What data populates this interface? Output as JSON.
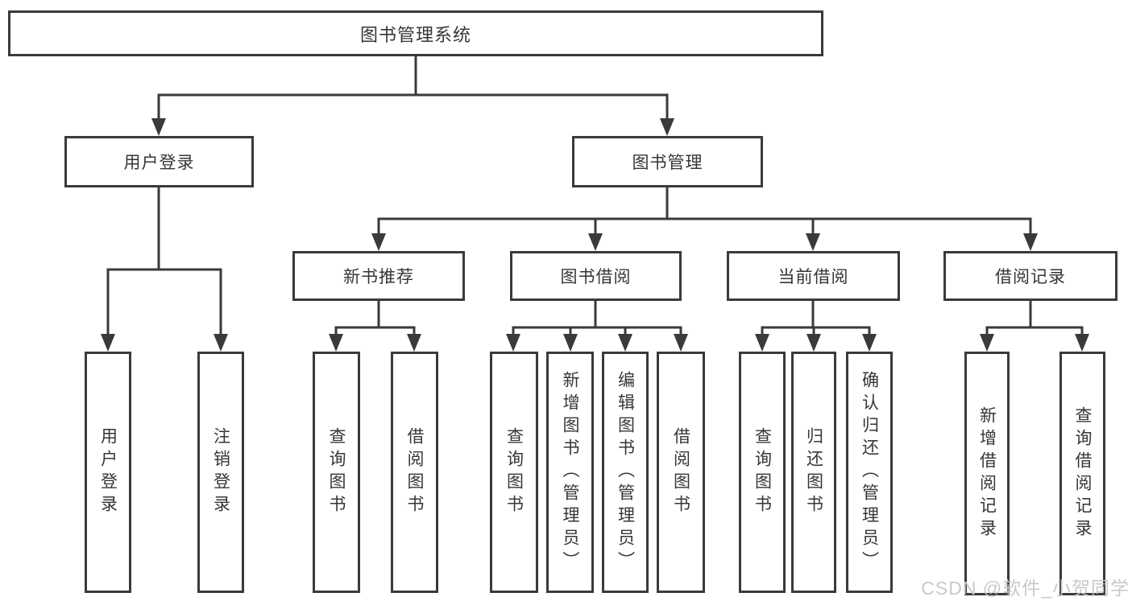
{
  "diagram": {
    "root": {
      "label": "图书管理系统"
    },
    "branches": {
      "user_login": {
        "label": "用户登录",
        "children": [
          {
            "label": "用户登录"
          },
          {
            "label": "注销登录"
          }
        ]
      },
      "book_mgmt": {
        "label": "图书管理",
        "children": [
          {
            "label": "新书推荐",
            "children": [
              {
                "label": "查询图书"
              },
              {
                "label": "借阅图书"
              }
            ]
          },
          {
            "label": "图书借阅",
            "children": [
              {
                "label": "查询图书"
              },
              {
                "label": "新增图书（管理员）"
              },
              {
                "label": "编辑图书（管理员）"
              },
              {
                "label": "借阅图书"
              }
            ]
          },
          {
            "label": "当前借阅",
            "children": [
              {
                "label": "查询图书"
              },
              {
                "label": "归还图书"
              },
              {
                "label": "确认归还（管理员）"
              }
            ]
          },
          {
            "label": "借阅记录",
            "children": [
              {
                "label": "新增借阅记录"
              },
              {
                "label": "查询借阅记录"
              }
            ]
          }
        ]
      }
    }
  },
  "watermark": {
    "text": "CSDN @软件_小贺同学"
  },
  "colors": {
    "line": "#3a3a3a",
    "box_border": "#3a3a3a",
    "text": "#363636",
    "watermark": "#c6c6c6",
    "background": "#ffffff"
  }
}
